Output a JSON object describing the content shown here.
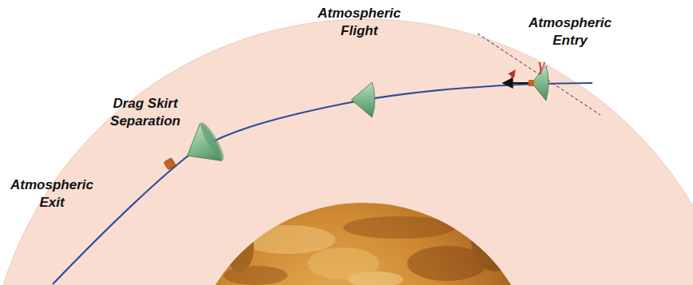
{
  "diagram": {
    "labels": [
      "Atmospheric Flight",
      "Atmospheric Entry",
      "γ",
      "Drag Skirt Separation",
      "Atmospheric Exit"
    ]
  }
}
